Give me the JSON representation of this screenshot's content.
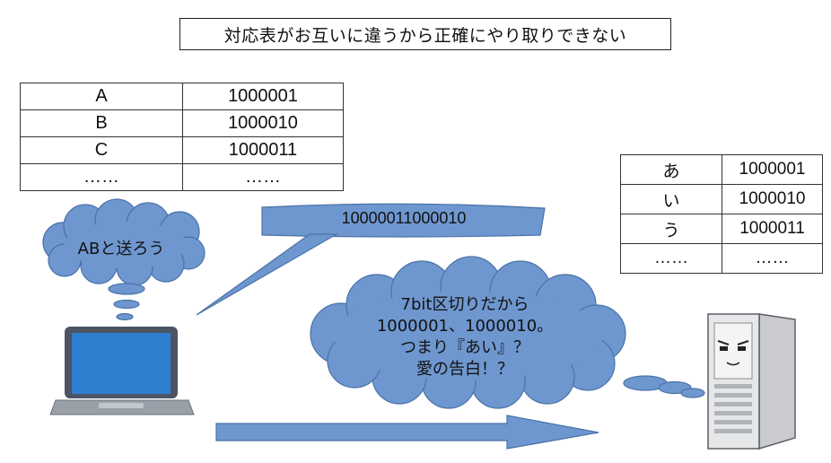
{
  "title": "対応表がお互いに違うから正確にやり取りできない",
  "left_table": {
    "rows": [
      {
        "char": "A",
        "code": "1000001"
      },
      {
        "char": "B",
        "code": "1000010"
      },
      {
        "char": "C",
        "code": "1000011"
      },
      {
        "char": "……",
        "code": "……"
      }
    ]
  },
  "right_table": {
    "rows": [
      {
        "char": "あ",
        "code": "1000001"
      },
      {
        "char": "い",
        "code": "1000010"
      },
      {
        "char": "う",
        "code": "1000011"
      },
      {
        "char": "……",
        "code": "……"
      }
    ]
  },
  "laptop_thought": "ABと送ろう",
  "transmitted_bits": "10000011000010",
  "server_thought": "7bit区切りだから\n1000001、1000010。\nつまり『あい』？\n愛の告白！？",
  "colors": {
    "shape_fill": "#6f97cf",
    "shape_stroke": "#4a72a8",
    "laptop_screen": "#2f7fd0",
    "laptop_body": "#9aa0a8"
  },
  "icons": [
    "laptop-icon",
    "server-icon",
    "arrow-right-icon"
  ]
}
